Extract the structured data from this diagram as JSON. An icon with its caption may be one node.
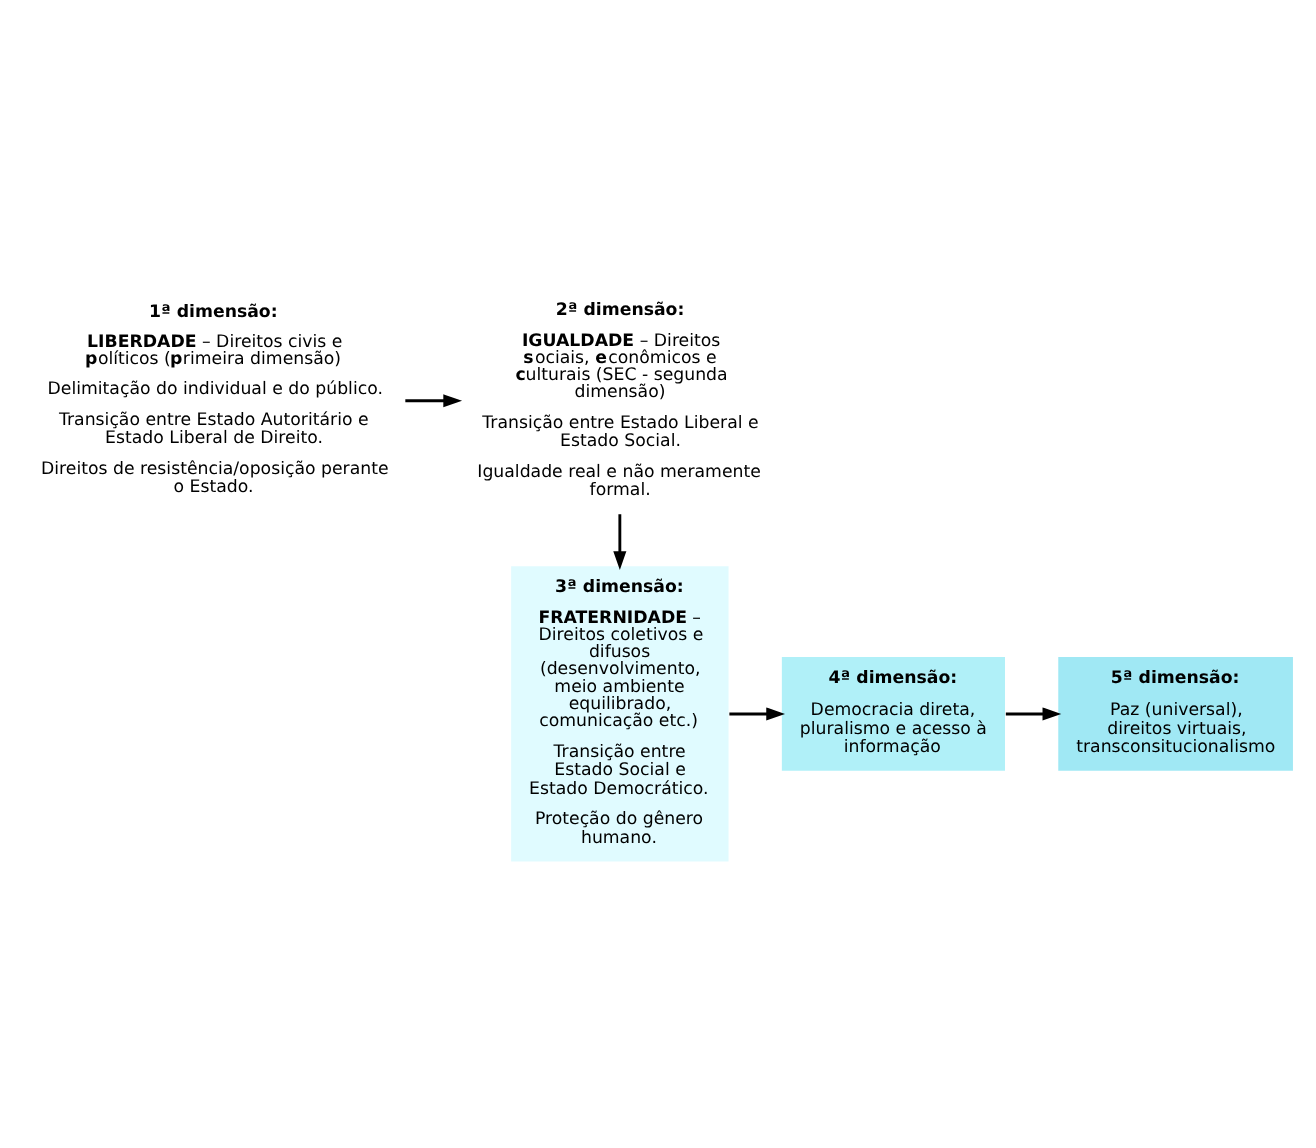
{
  "diagram": {
    "nodes": [
      {
        "text": [
          "1ª dimensão:",
          "**LIBERDADE** – Direitos civis e **p**olíticos (**p**rimeira dimensão)",
          "Delimitação do individual e do público.",
          "Transição entre Estado Autoritário e Estado Liberal de Direito.",
          "Direitos de resistência/oposição perante o Estado."
        ]
      },
      {
        "text": [
          "2ª dimensão:",
          "**IGUALDADE** – Direitos **s**ociais, **e**conômicos e **c**ulturais (SEC - segunda dimensão)",
          "Transição entre Estado Liberal e Estado Social.",
          "Igualdade real e não meramente formal."
        ]
      },
      {
        "text": [
          "3ª dimensão:",
          "**FRATERNIDADE** – Direitos coletivos e difusos (desenvolvimento, meio ambiente equilibrado, comunicação etc.)",
          "Transição entre Estado Social e Estado Democrático.",
          "Proteção do gênero humano."
        ]
      },
      {
        "text": [
          "4ª dimensão:",
          "Democracia direta, pluralismo e acesso à informação"
        ]
      },
      {
        "text": [
          "5ª dimensão:",
          "Paz (universal), direitos virtuais, transconsitucionalismo"
        ]
      }
    ],
    "edges": [
      {
        "from": 0,
        "to": 1,
        "arrow": "to"
      },
      {
        "from": 1,
        "to": 2,
        "arrow": "to"
      },
      {
        "from": 2,
        "to": 3,
        "arrow": "to"
      },
      {
        "from": 3,
        "to": 4,
        "arrow": "to"
      }
    ]
  }
}
